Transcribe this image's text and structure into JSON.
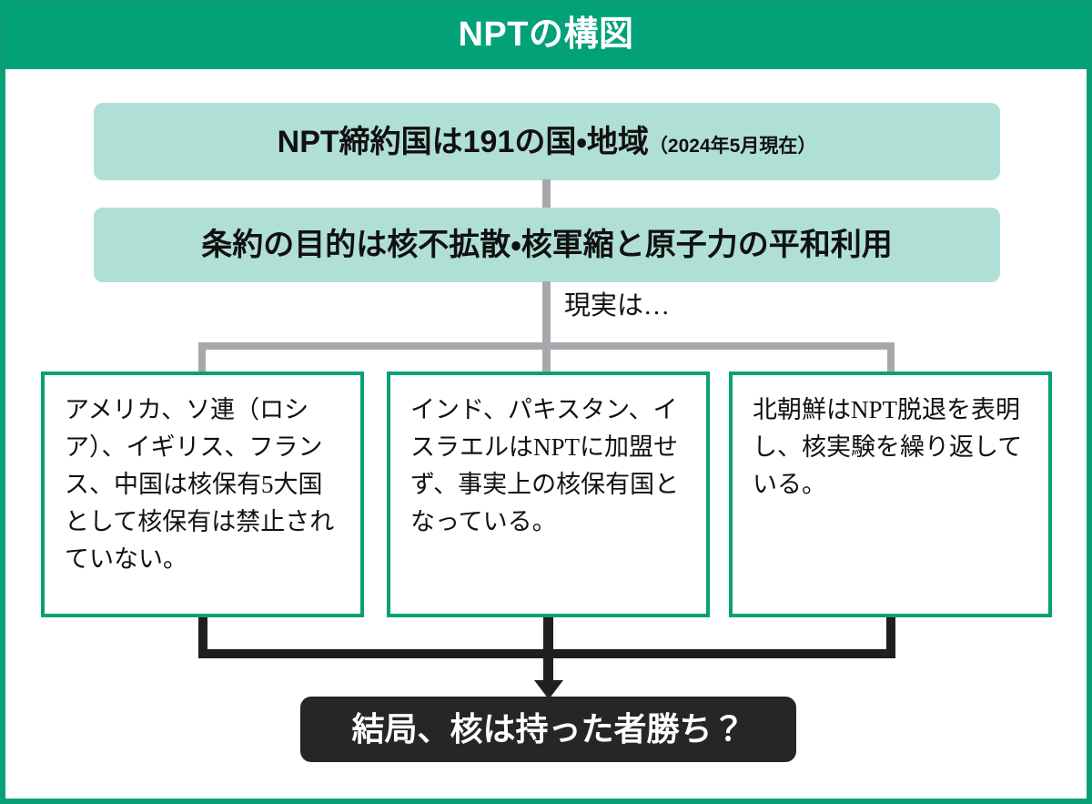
{
  "header": {
    "title": "NPTの構図",
    "background_color": "#03a178",
    "text_color": "#ffffff"
  },
  "frame": {
    "border_color": "#0aa077",
    "background_color": "#ffffff"
  },
  "banners": [
    {
      "id": "npt-parties",
      "main_text": "NPT締約国は191の国・地域",
      "note_text": "（2024年5月現在）",
      "fill_color": "#b0dfd5"
    },
    {
      "id": "treaty-purpose",
      "main_text": "条約の目的は核不拡散・核軍縮と原子力の平和利用",
      "fill_color": "#b0dfd5"
    }
  ],
  "reality_label": "現実は…",
  "fact_boxes": [
    {
      "id": "nuclear-five",
      "text": "アメリカ、ソ連（ロシア）、イギリス、フランス、中国は核保有5大国として核保有は禁止されていない。",
      "border_color": "#0aa077"
    },
    {
      "id": "non-signatories",
      "text": "インド、パキスタン、イスラエルはNPTに加盟せず、事実上の核保有国となっている。",
      "border_color": "#0aa077"
    },
    {
      "id": "north-korea",
      "text": "北朝鮮はNPT脱退を表明し、核実験を繰り返している。",
      "border_color": "#0aa077"
    }
  ],
  "conclusion": {
    "text": "結局、核は持った者勝ち？",
    "fill_color": "#262626",
    "text_color": "#ffffff"
  },
  "connectors": {
    "upper_color": "#a6a8ab",
    "lower_color": "#1f1f1f"
  }
}
